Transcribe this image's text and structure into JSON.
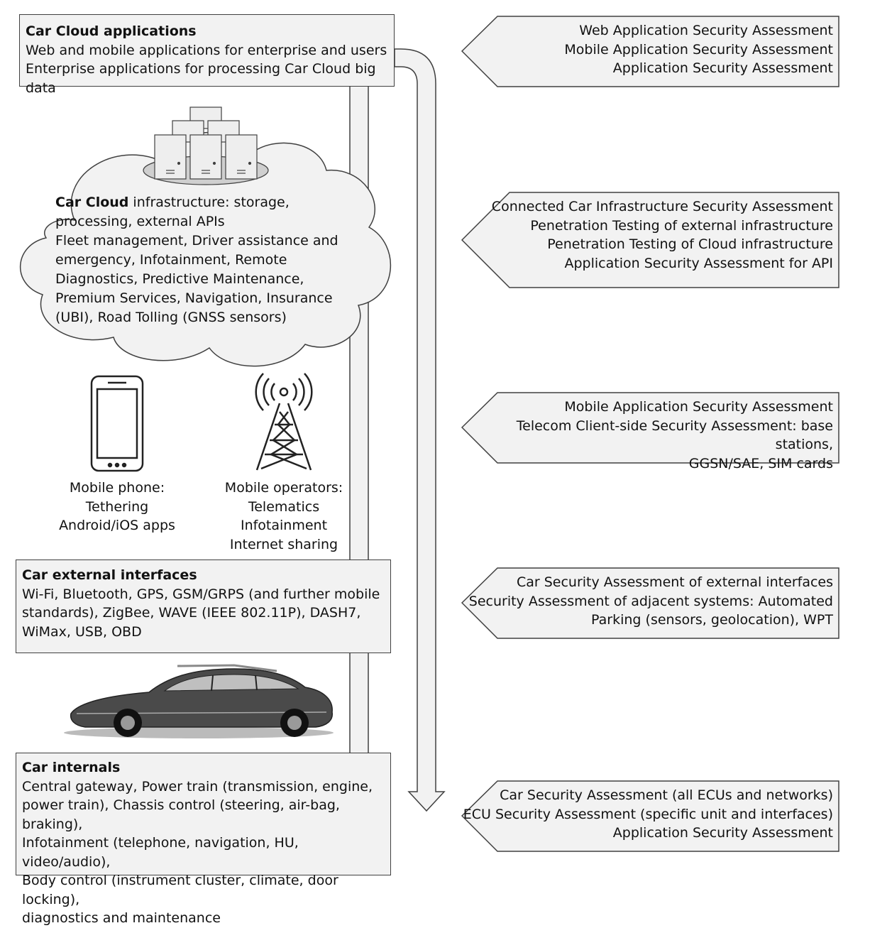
{
  "layers": {
    "cloud_apps": {
      "title": "Car Cloud applications",
      "lines": [
        "Web and mobile applications for enterprise and users",
        "Enterprise applications for processing Car Cloud big data"
      ]
    },
    "cloud_infra": {
      "title": "Car Cloud",
      "text_after_title": " infrastructure: storage, processing, external APIs",
      "text": "Fleet management, Driver assistance and emergency, Infotainment, Remote Diagnostics, Predictive Maintenance, Premium Services, Navigation, Insurance (UBI), Road Tolling (GNSS sensors)"
    },
    "mobile_phone": {
      "lines": [
        "Mobile phone:",
        "Tethering",
        "Android/iOS apps"
      ]
    },
    "mobile_operators": {
      "lines": [
        "Mobile operators:",
        "Telematics",
        "Infotainment",
        "Internet sharing"
      ]
    },
    "external_interfaces": {
      "title": "Car external interfaces",
      "text": "Wi-Fi, Bluetooth, GPS, GSM/GRPS (and further mobile standards), ZigBee, WAVE (IEEE 802.11P), DASH7, WiMax, USB, OBD"
    },
    "car_internals": {
      "title": "Car internals",
      "lines": [
        "Central gateway, Power train (transmission, engine,",
        "power train), Chassis control (steering, air-bag, braking),",
        "Infotainment (telephone, navigation, HU, video/audio),",
        "Body control (instrument cluster, climate, door locking),",
        "diagnostics and maintenance"
      ]
    }
  },
  "assessments": [
    {
      "lines": [
        "Web Application Security Assessment",
        "Mobile Application Security Assessment",
        "Application Security Assessment"
      ]
    },
    {
      "lines": [
        "Connected Car Infrastructure Security Assessment",
        "Penetration Testing of external infrastructure",
        "Penetration Testing of Cloud infrastructure",
        "Application Security Assessment for API"
      ]
    },
    {
      "lines": [
        "Mobile Application Security Assessment",
        "Telecom Client-side Security Assessment: base stations,",
        "GGSN/SAE, SIM cards"
      ]
    },
    {
      "lines": [
        "Car Security Assessment of external interfaces",
        "Security Assessment of adjacent systems: Automated",
        "Parking (sensors, geolocation), WPT"
      ]
    },
    {
      "lines": [
        "Car Security Assessment (all ECUs and networks)",
        "ECU Security Assessment (specific unit and interfaces)",
        "Application Security Assessment"
      ]
    }
  ],
  "icons": [
    "server-stack-icon",
    "cloud-shape",
    "smartphone-icon",
    "cell-tower-icon",
    "classic-car-image",
    "down-arrow"
  ],
  "colors": {
    "box_fill": "#f2f2f2",
    "border": "#404040"
  }
}
